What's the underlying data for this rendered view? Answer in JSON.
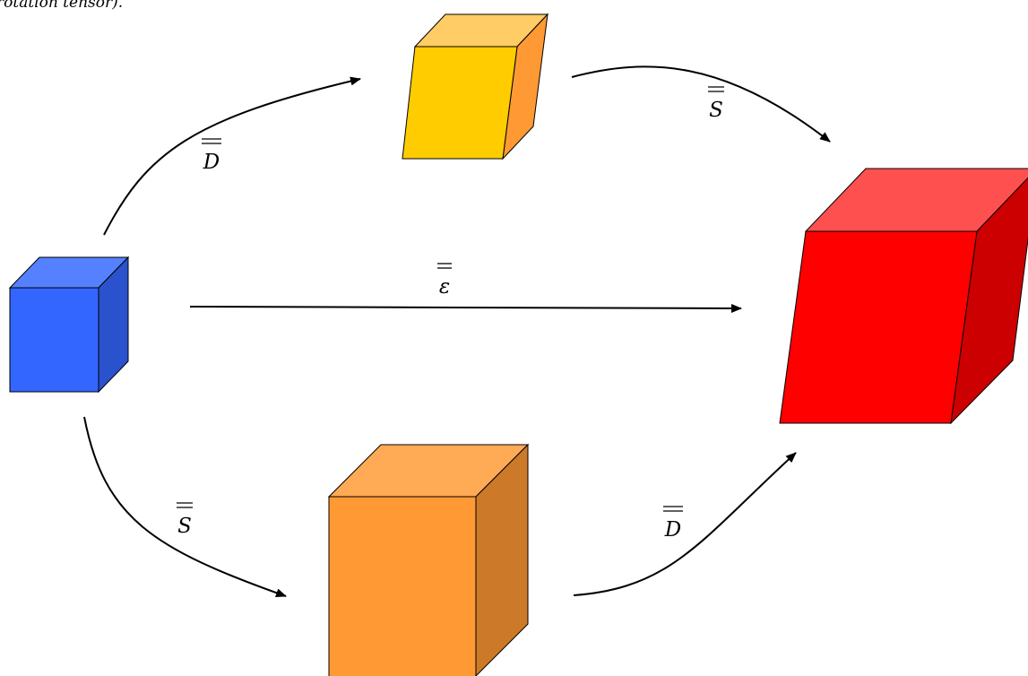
{
  "header": {
    "fragment": "rotation tensor)."
  },
  "labels": {
    "d_top": "D",
    "s_top": "S",
    "eps_mid": "ε",
    "s_bottom": "S",
    "d_bottom": "D"
  },
  "colors": {
    "blue_front": "#3366ff",
    "blue_top": "#5580ff",
    "blue_side": "#2a52cc",
    "yellow_front": "#ffcc00",
    "yellow_top": "#ffcc66",
    "yellow_side": "#ff9933",
    "orange_front": "#ff9933",
    "orange_top": "#ffaa55",
    "orange_side": "#cc7a29",
    "red_front": "#ff0000",
    "red_top": "#ff5050",
    "red_side": "#cc0000",
    "edge": "#000000"
  }
}
